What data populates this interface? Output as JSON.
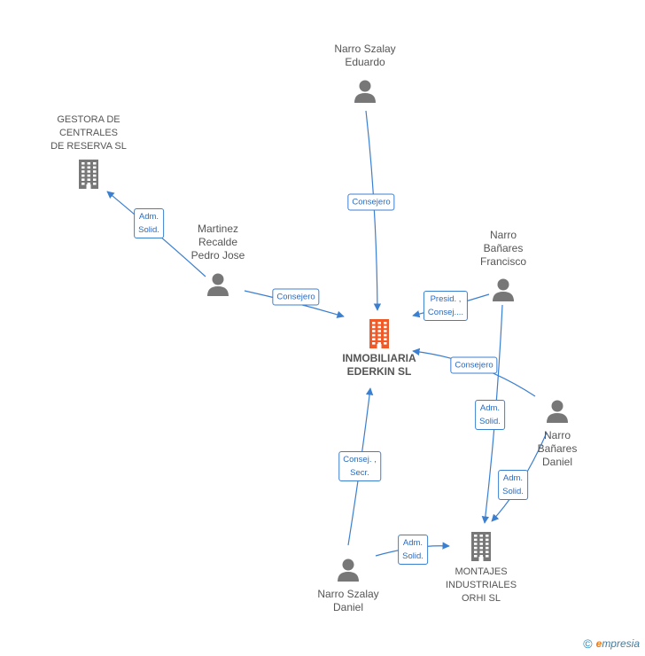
{
  "diagram": {
    "colors": {
      "edge": "#3b7fd0",
      "person_icon": "#777777",
      "company_icon": "#777777",
      "focus_icon": "#f05a28"
    },
    "nodes": [
      {
        "id": "gestora",
        "type": "company",
        "label": "GESTORA DE\nCENTRALES\nDE RESERVA SL"
      },
      {
        "id": "narro_eduardo",
        "type": "person",
        "label": "Narro Szalay\nEduardo"
      },
      {
        "id": "martinez",
        "type": "person",
        "label": "Martinez\nRecalde\nPedro Jose"
      },
      {
        "id": "narro_francisco",
        "type": "person",
        "label": "Narro\nBañares\nFrancisco"
      },
      {
        "id": "inmobiliaria",
        "type": "focus",
        "label": "INMOBILIARIA\nEDERKIN SL"
      },
      {
        "id": "narro_bdaniel",
        "type": "person",
        "label": "Narro\nBañares\nDaniel"
      },
      {
        "id": "montajes",
        "type": "company",
        "label": "MONTAJES\nINDUSTRIALES\nORHI SL"
      },
      {
        "id": "narro_sdaniel",
        "type": "person",
        "label": "Narro Szalay\nDaniel"
      }
    ],
    "edges": [
      {
        "id": "e1",
        "label": "Adm.\nSolid."
      },
      {
        "id": "e2",
        "label": "Consejero"
      },
      {
        "id": "e3",
        "label": "Consejero"
      },
      {
        "id": "e4",
        "label": "Presid. ,\nConsej...."
      },
      {
        "id": "e5",
        "label": "Consejero"
      },
      {
        "id": "e6",
        "label": "Adm.\nSolid."
      },
      {
        "id": "e7",
        "label": "Adm.\nSolid."
      },
      {
        "id": "e8",
        "label": "Consej. ,\nSecr."
      },
      {
        "id": "e9",
        "label": "Adm.\nSolid."
      }
    ]
  },
  "watermark": {
    "symbol": "©",
    "brand_first": "e",
    "brand_rest": "mpresia"
  }
}
